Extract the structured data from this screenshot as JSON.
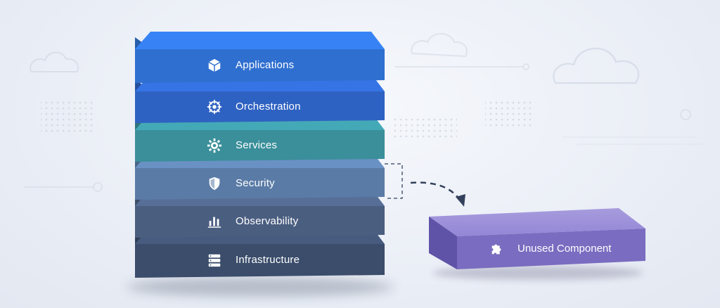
{
  "layers": [
    {
      "label": "Applications",
      "icon": "package-icon",
      "color": "#2f6fd0"
    },
    {
      "label": "Orchestration",
      "icon": "helm-wheel-icon",
      "color": "#2e62c2"
    },
    {
      "label": "Services",
      "icon": "gear-icon",
      "color": "#3a8f9a"
    },
    {
      "label": "Security",
      "icon": "shield-icon",
      "color": "#5a7ba6"
    },
    {
      "label": "Observability",
      "icon": "bar-chart-icon",
      "color": "#4a5e80"
    },
    {
      "label": "Infrastructure",
      "icon": "server-icon",
      "color": "#3b4d6b"
    }
  ],
  "unused": {
    "label": "Unused Component",
    "icon": "puzzle-icon",
    "color": "#7a6cc0"
  }
}
